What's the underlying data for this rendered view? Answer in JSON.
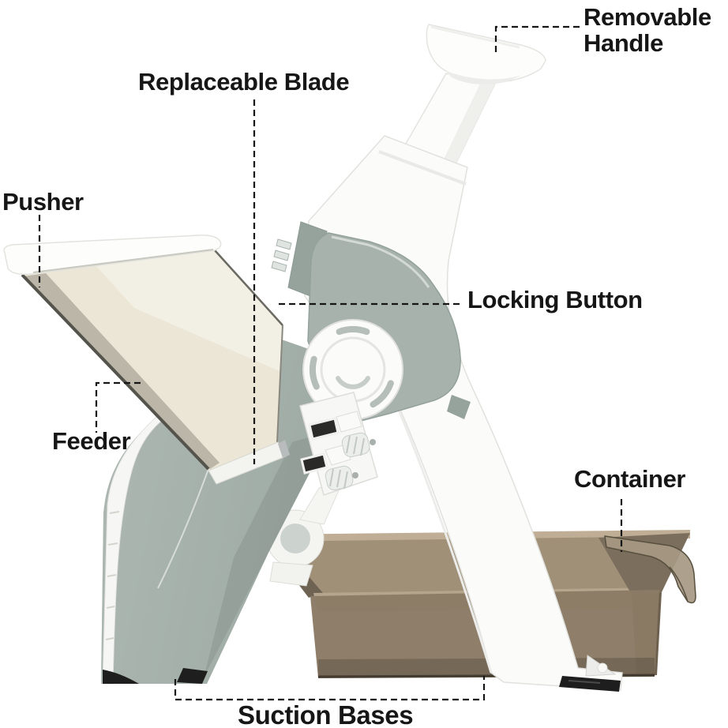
{
  "figure": {
    "background": "#ffffff",
    "callouts": {
      "removable_handle_line1": "Removable",
      "removable_handle_line2": "Handle",
      "replaceable_blade": "Replaceable Blade",
      "pusher": "Pusher",
      "locking_button": "Locking Button",
      "feeder": "Feeder",
      "container": "Container",
      "suction_bases": "Suction Bases"
    },
    "colors": {
      "label_text": "#161616",
      "connector": "#161616",
      "plastic_white": "#fbfbfa",
      "plastic_sage": "#a7b2ac",
      "sage_dark": "#96a39d",
      "feeder_cream": "#ebe6d6",
      "container_front": "#8b7b65",
      "container_back": "#a09078",
      "suction_black": "#1e1e1e"
    }
  }
}
